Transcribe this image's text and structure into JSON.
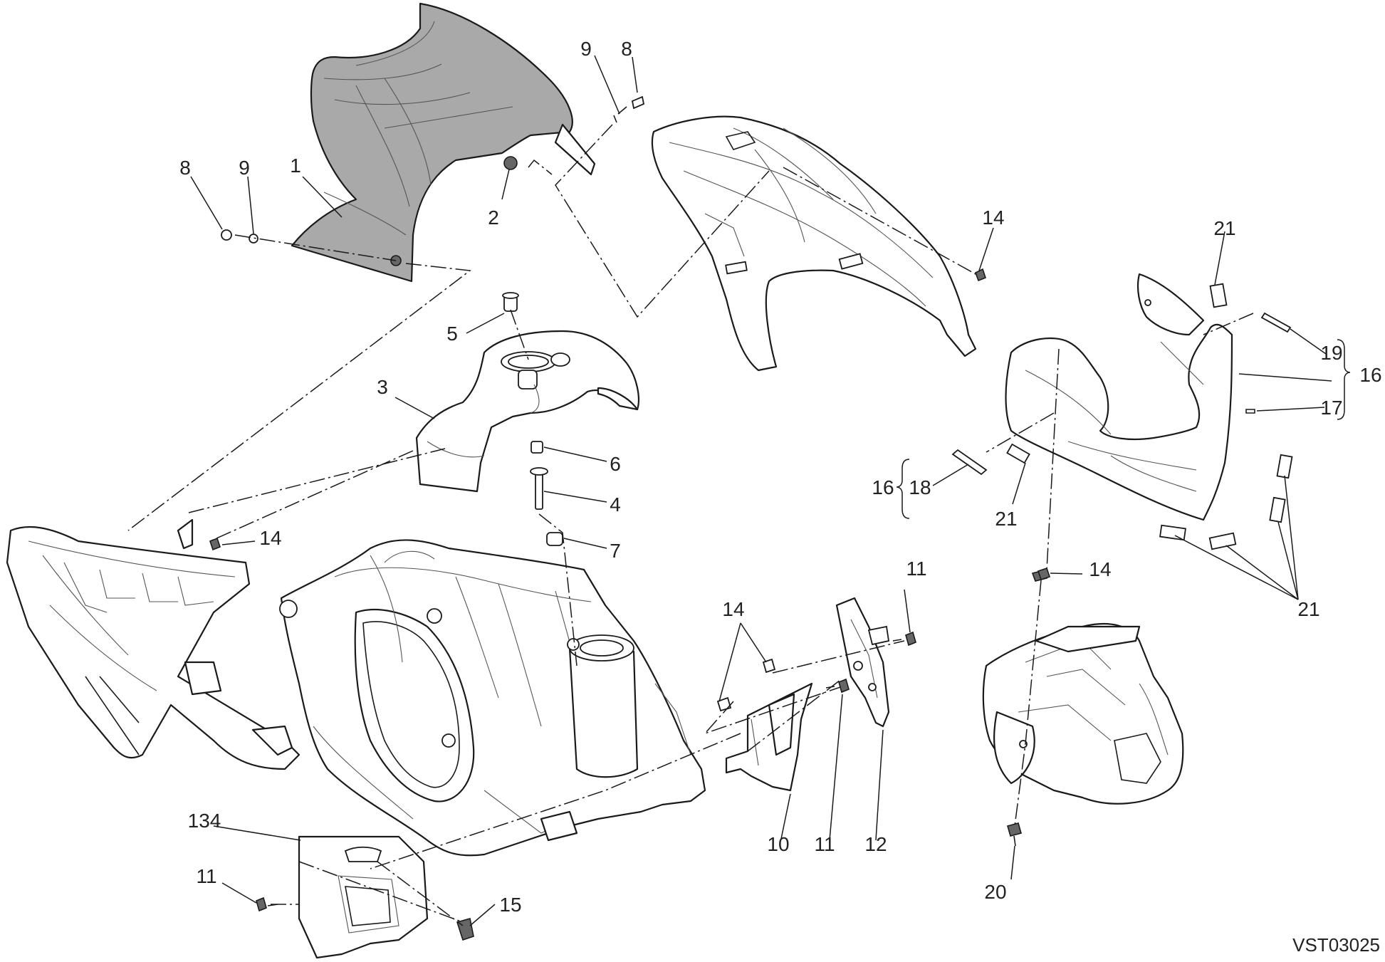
{
  "diagram": {
    "code": "VST03025",
    "labels": [
      {
        "id": "l1",
        "text": "1"
      },
      {
        "id": "l2",
        "text": "2"
      },
      {
        "id": "l3",
        "text": "3"
      },
      {
        "id": "l4",
        "text": "4"
      },
      {
        "id": "l5",
        "text": "5"
      },
      {
        "id": "l6",
        "text": "6"
      },
      {
        "id": "l7",
        "text": "7"
      },
      {
        "id": "l8a",
        "text": "8"
      },
      {
        "id": "l8b",
        "text": "8"
      },
      {
        "id": "l9a",
        "text": "9"
      },
      {
        "id": "l9b",
        "text": "9"
      },
      {
        "id": "l10",
        "text": "10"
      },
      {
        "id": "l11a",
        "text": "11"
      },
      {
        "id": "l11b",
        "text": "11"
      },
      {
        "id": "l11c",
        "text": "11"
      },
      {
        "id": "l12",
        "text": "12"
      },
      {
        "id": "l14a",
        "text": "14"
      },
      {
        "id": "l14b",
        "text": "14"
      },
      {
        "id": "l14c",
        "text": "14"
      },
      {
        "id": "l14d",
        "text": "14"
      },
      {
        "id": "l15",
        "text": "15"
      },
      {
        "id": "l16a",
        "text": "16"
      },
      {
        "id": "l16b",
        "text": "16"
      },
      {
        "id": "l17",
        "text": "17"
      },
      {
        "id": "l18",
        "text": "18"
      },
      {
        "id": "l19",
        "text": "19"
      },
      {
        "id": "l20",
        "text": "20"
      },
      {
        "id": "l21a",
        "text": "21"
      },
      {
        "id": "l21b",
        "text": "21"
      },
      {
        "id": "l21c",
        "text": "21"
      },
      {
        "id": "l134",
        "text": "134"
      }
    ]
  },
  "colors": {
    "line": "#1a1a1a",
    "part_fill_grey": "#a9a9a9",
    "background": "#ffffff"
  }
}
